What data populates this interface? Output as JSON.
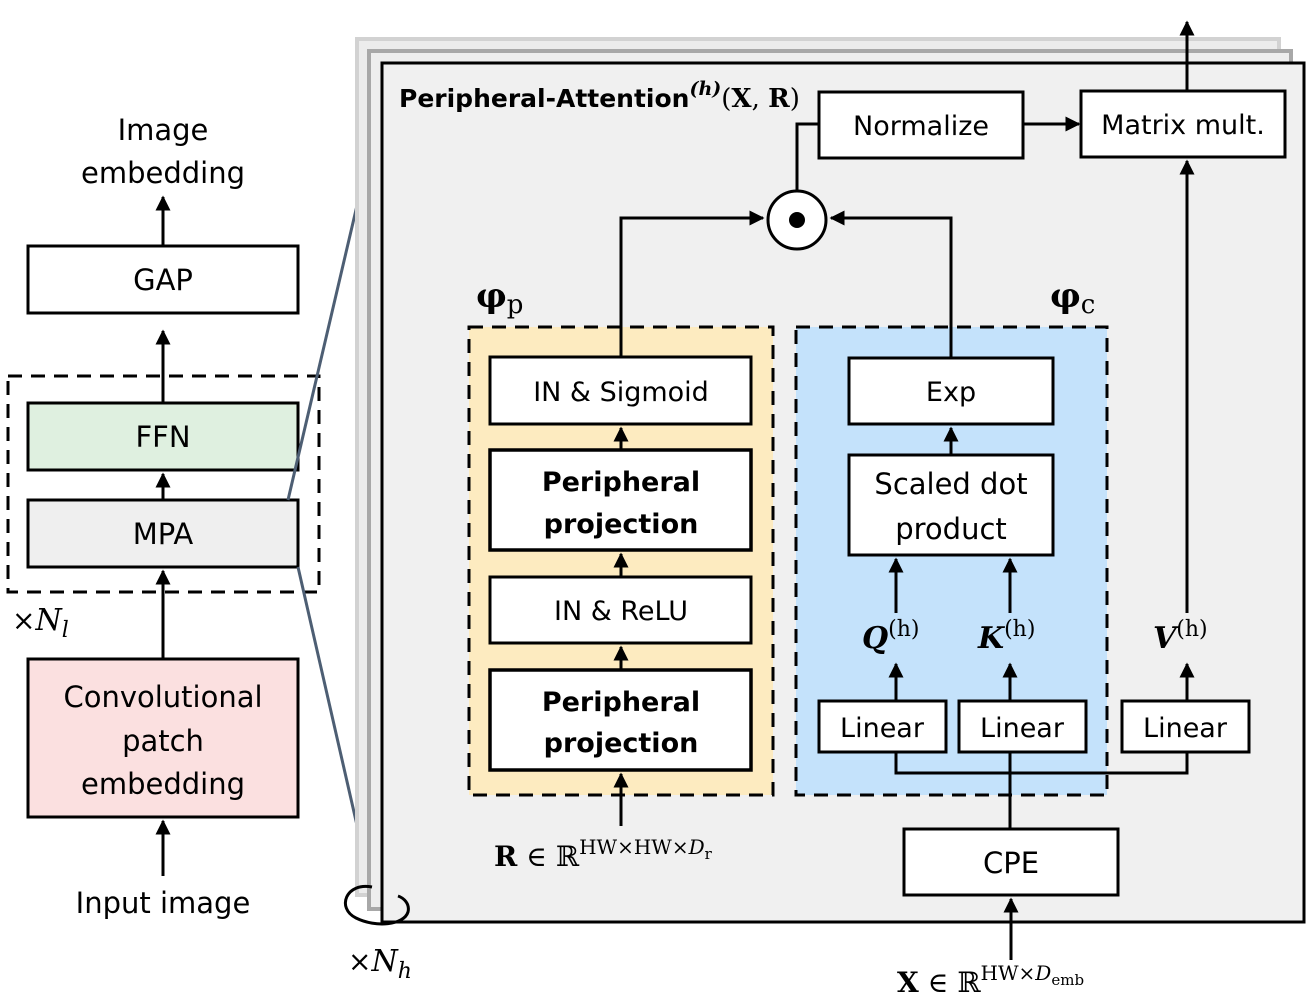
{
  "left_column": {
    "output_label_line1": "Image",
    "output_label_line2": "embedding",
    "gap_block": "GAP",
    "ffn_block": "FFN",
    "mpa_block": "MPA",
    "repeat_symbol": "×",
    "repeat_var": "N",
    "repeat_sub": "l",
    "patch_line1": "Convolutional",
    "patch_line2": "patch",
    "patch_line3": "embedding",
    "input_label": "Input image"
  },
  "head_repeat": {
    "symbol": "×",
    "var": "N",
    "sub": "h"
  },
  "attention_panel": {
    "title_main": "Peripheral-Attention",
    "title_sup": "(h)",
    "title_args_open": "(",
    "title_arg_x": "X",
    "title_comma": ", ",
    "title_arg_r": "R",
    "title_args_close": ")",
    "normalize": "Normalize",
    "matrix_mult": "Matrix mult.",
    "phi_p_symbol": "φ",
    "phi_p_sub": "p",
    "phi_c_symbol": "φ",
    "phi_c_sub": "c",
    "in_sigmoid": "IN & Sigmoid",
    "periph_proj_1_line1": "Peripheral",
    "periph_proj_1_line2": "projection",
    "in_relu": "IN & ReLU",
    "periph_proj_2_line1": "Peripheral",
    "periph_proj_2_line2": "projection",
    "exp": "Exp",
    "scaled_dot_line1": "Scaled dot",
    "scaled_dot_line2": "product",
    "q_var": "Q",
    "k_var": "K",
    "v_var": "V",
    "head_sup": "(h)",
    "linear_q": "Linear",
    "linear_k": "Linear",
    "linear_v": "Linear",
    "cpe": "CPE",
    "r_input_var": "R",
    "r_input_in": " ∈ ℝ",
    "r_input_sup": "HW×HW×",
    "r_input_sup_d": "D",
    "r_input_sup_sub": "r",
    "x_input_var": "X",
    "x_input_in": " ∈ ℝ",
    "x_input_sup": "HW×",
    "x_input_sup_d": "D",
    "x_input_sup_sub": "emb"
  },
  "colors": {
    "ffn_fill": "#dff0e0",
    "mpa_fill": "#efefef",
    "patch_fill": "#fbe0e0",
    "panel_fill": "#f0f0f0",
    "phi_p_fill": "#fdebc0",
    "phi_c_fill": "#c4e2fb",
    "connector": "#4d5e73"
  }
}
